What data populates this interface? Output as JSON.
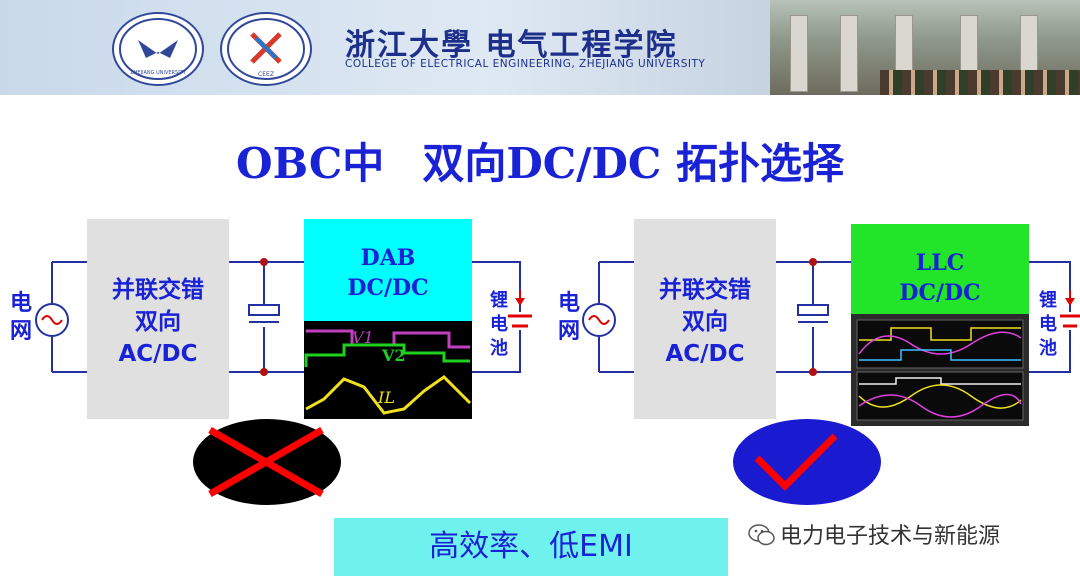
{
  "header": {
    "univ_name": "浙江大學 电气工程学院",
    "univ_sub": "COLLEGE OF ELECTRICAL ENGINEERING, ZHEJIANG UNIVERSITY",
    "logo1_text": "ZHEJIANG UNIVERSITY",
    "logo2_text": "CEEZ"
  },
  "title": {
    "part1": "OBC中",
    "part2": "双向DC/DC 拓扑选择"
  },
  "left": {
    "grid_label": [
      "电",
      "网"
    ],
    "converter": {
      "line1": "并联交错",
      "line2": "双向",
      "line3": "AC/DC"
    },
    "dcdc": {
      "line1": "DAB",
      "line2": "DC/DC"
    },
    "battery_label": [
      "锂",
      "电",
      "池"
    ],
    "wave_labels": {
      "v1": "V1",
      "v2": "V2",
      "il": "IL"
    },
    "verdict": "rejected"
  },
  "right": {
    "grid_label": [
      "电",
      "网"
    ],
    "converter": {
      "line1": "并联交错",
      "line2": "双向",
      "line3": "AC/DC"
    },
    "dcdc": {
      "line1": "LLC",
      "line2": "DC/DC"
    },
    "battery_label": [
      "锂",
      "电",
      "池"
    ],
    "verdict": "accepted"
  },
  "bottom_label": "高效率、低EMI",
  "watermark": "电力电子技术与新能源",
  "colors": {
    "accent": "#1a22d6",
    "cyan": "#00ffff",
    "green": "#22e52a",
    "red": "#ff0000",
    "navy": "#1a1ad0"
  }
}
